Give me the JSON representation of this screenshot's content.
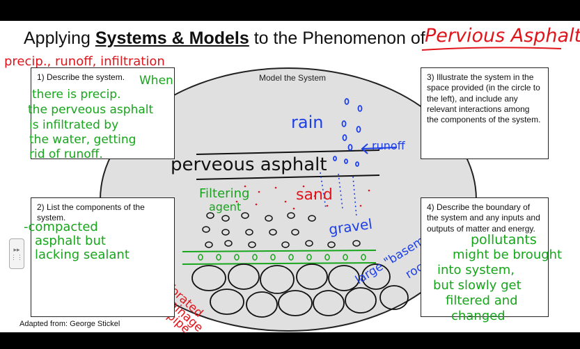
{
  "slide": {
    "title_prefix": "Applying ",
    "title_bold": "Systems & Models",
    "title_suffix": " to the Phenomenon of",
    "title_handwritten": "Pervious Asphalt",
    "subtitle_handwritten": "precip., runoff, infiltration",
    "model_label": "Model the System",
    "attribution": "Adapted from: George Stickel"
  },
  "boxes": {
    "box1_prompt": "1) Describe the system.",
    "box1_answer": [
      "When",
      "there is precip.",
      "the perveous asphalt",
      "is infiltrated by",
      "the water, getting",
      "rid of runoff."
    ],
    "box2_prompt": "2) List the components of the system.",
    "box2_answer": [
      "-compacted",
      "asphalt but",
      "lacking sealant"
    ],
    "box3_prompt": "3) Illustrate the system in the space provided (in the circle to the left), and include any relevant interactions among the components of the system.",
    "box4_prompt": "4) Describe the boundary of the system and any inputs and outputs of matter and energy.",
    "box4_answer": [
      "pollutants",
      "might be brought",
      "into system,",
      "but slowly get",
      "filtered and",
      "changed"
    ]
  },
  "diagram": {
    "rain": "rain",
    "runoff": "runoff",
    "asphalt": "perveous asphalt",
    "filtering_agent": [
      "Filtering",
      "agent"
    ],
    "sand": "sand",
    "gravel": "gravel",
    "basement_rocks": [
      "large \"basement",
      "rocks"
    ],
    "drainage_pipe": [
      "Perforated",
      "drainage",
      "pipe"
    ]
  },
  "colors": {
    "handwriting_red": "#e0151b",
    "handwriting_green": "#17a51c",
    "handwriting_blue": "#1d3fe6",
    "ellipse_fill": "#e0e0e0"
  }
}
